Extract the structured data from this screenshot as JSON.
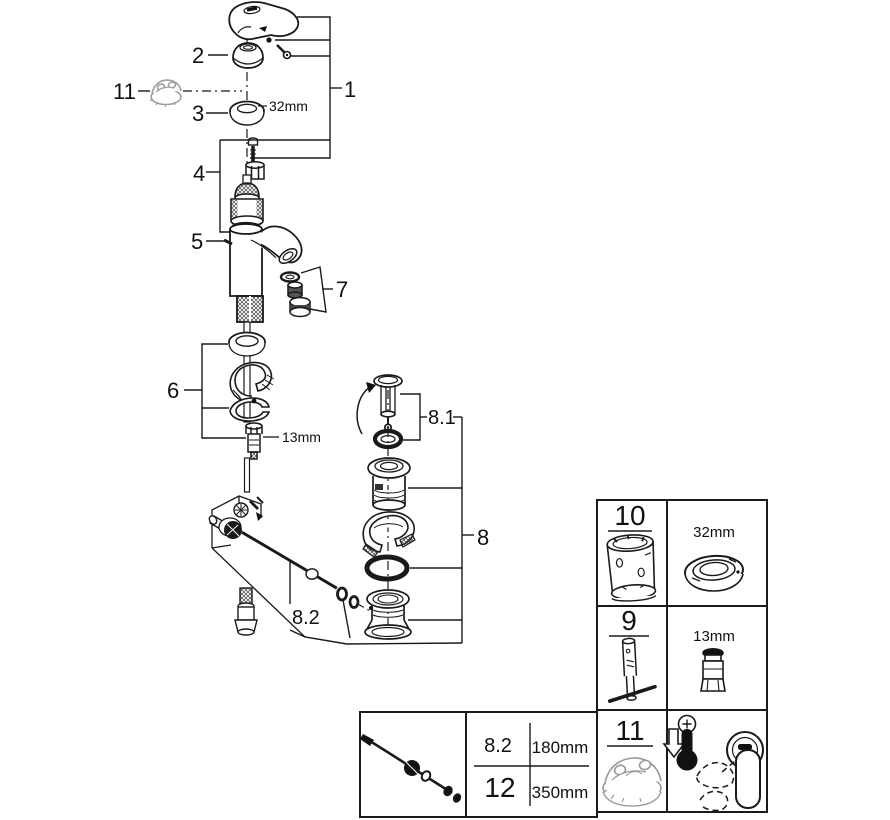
{
  "diagram": {
    "callouts": {
      "part1": "1",
      "part2": "2",
      "part3": "3",
      "part4": "4",
      "part5": "5",
      "part6": "6",
      "part7": "7",
      "part8": "8",
      "part8_1": "8.1",
      "part8_2": "8.2",
      "part11": "11"
    },
    "dimensions": {
      "escutcheon_ring": "32mm",
      "mounting_bolt": "13mm"
    }
  },
  "tools_table": {
    "rows": [
      {
        "num": "10",
        "dim": "32mm"
      },
      {
        "num": "9",
        "dim": "13mm"
      },
      {
        "num": "11",
        "dim": ""
      }
    ]
  },
  "rod_table": {
    "rows": [
      {
        "num": "8.2",
        "length": "180mm"
      },
      {
        "num": "12",
        "length": "350mm"
      }
    ]
  }
}
